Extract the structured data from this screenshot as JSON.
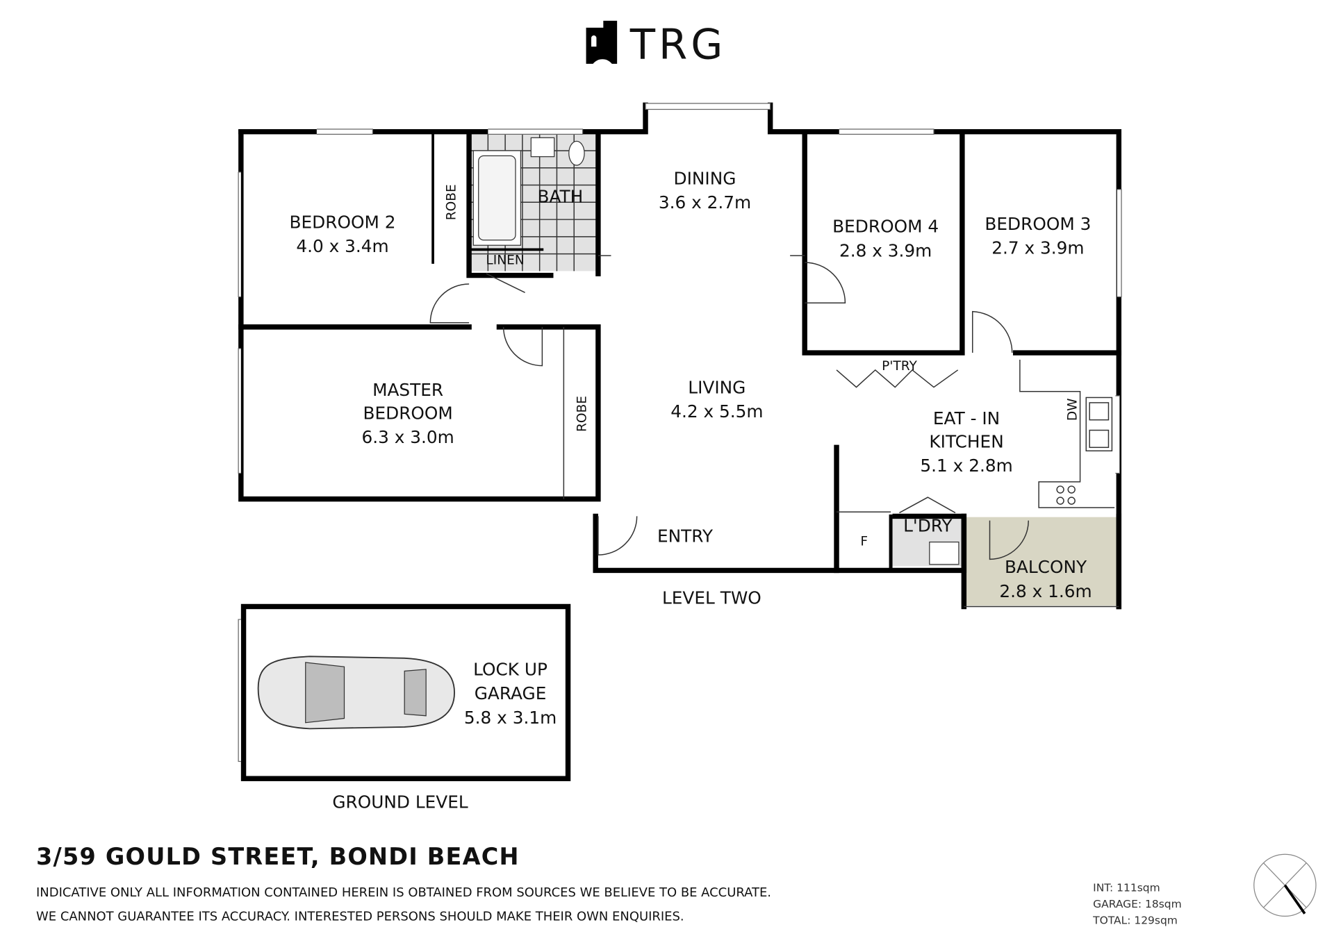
{
  "logo": {
    "text": "TRG"
  },
  "rooms": {
    "bedroom2": {
      "name": "BEDROOM 2",
      "dims": "4.0 x 3.4m"
    },
    "robe1": {
      "name": "ROBE"
    },
    "bath": {
      "name": "BATH"
    },
    "linen": {
      "name": "LINEN"
    },
    "dining": {
      "name": "DINING",
      "dims": "3.6 x 2.7m"
    },
    "bedroom4": {
      "name": "BEDROOM 4",
      "dims": "2.8 x 3.9m"
    },
    "bedroom3": {
      "name": "BEDROOM 3",
      "dims": "2.7 x 3.9m"
    },
    "master": {
      "name1": "MASTER",
      "name2": "BEDROOM",
      "dims": "6.3 x 3.0m"
    },
    "robe2": {
      "name": "ROBE"
    },
    "living": {
      "name": "LIVING",
      "dims": "4.2 x 5.5m"
    },
    "pantry": {
      "name": "P'TRY"
    },
    "kitchen": {
      "name1": "EAT - IN",
      "name2": "KITCHEN",
      "dims": "5.1 x 2.8m"
    },
    "dw": {
      "name": "DW"
    },
    "entry": {
      "name": "ENTRY"
    },
    "fridge": {
      "name": "F"
    },
    "laundry": {
      "name": "L'DRY"
    },
    "balcony": {
      "name": "BALCONY",
      "dims": "2.8 x 1.6m",
      "color": "#d8d6c4"
    },
    "garage": {
      "name1": "LOCK UP",
      "name2": "GARAGE",
      "dims": "5.8 x 3.1m"
    }
  },
  "levels": {
    "upper": "LEVEL TWO",
    "ground": "GROUND LEVEL"
  },
  "footer": {
    "address": "3/59 GOULD STREET, BONDI BEACH",
    "disclaimer": [
      "INDICATIVE ONLY ALL INFORMATION CONTAINED HEREIN IS OBTAINED FROM SOURCES WE BELIEVE TO BE ACCURATE.",
      "WE CANNOT GUARANTEE ITS ACCURACY. INTERESTED PERSONS SHOULD MAKE THEIR OWN ENQUIRIES."
    ],
    "areas": {
      "internal": "INT: 111sqm",
      "garage": "GARAGE: 18sqm",
      "total": "TOTAL: 129sqm"
    }
  },
  "compass": {
    "icon": "north-arrow-icon"
  }
}
